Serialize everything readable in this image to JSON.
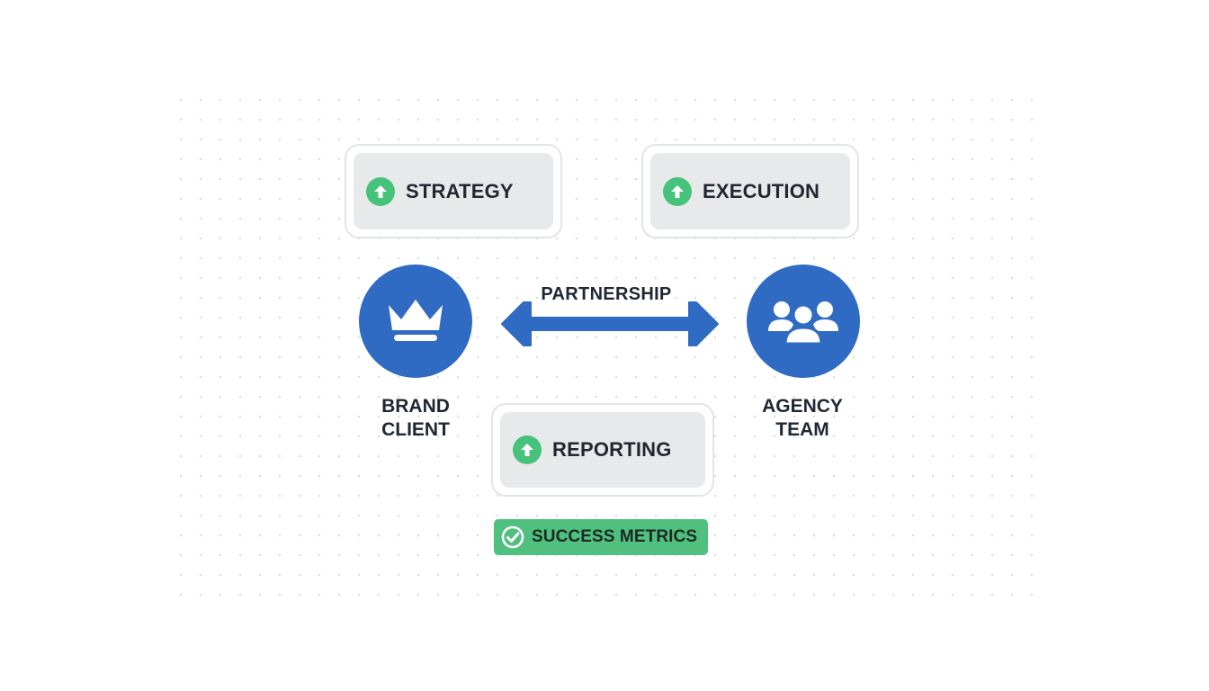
{
  "diagram": {
    "cards": {
      "strategy": {
        "label": "STRATEGY",
        "icon": "arrow-up-circle-icon"
      },
      "execution": {
        "label": "EXECUTION",
        "icon": "arrow-up-circle-icon"
      },
      "reporting": {
        "label": "REPORTING",
        "icon": "arrow-up-circle-icon"
      }
    },
    "nodes": {
      "brand": {
        "label_line1": "BRAND",
        "label_line2": "CLIENT",
        "icon": "crown-icon"
      },
      "agency": {
        "label_line1": "AGENCY",
        "label_line2": "TEAM",
        "icon": "team-icon"
      }
    },
    "connector": {
      "label": "PARTNERSHIP",
      "icon": "double-arrow-icon"
    },
    "badge": {
      "label": "SUCCESS METRICS",
      "icon": "check-circle-icon"
    }
  },
  "colors": {
    "node_blue": "#2f6bc3",
    "accent_green": "#47c27a",
    "badge_green": "#4fc07e",
    "card_fill": "#e8e9eb",
    "text_dark": "#1f2733"
  }
}
